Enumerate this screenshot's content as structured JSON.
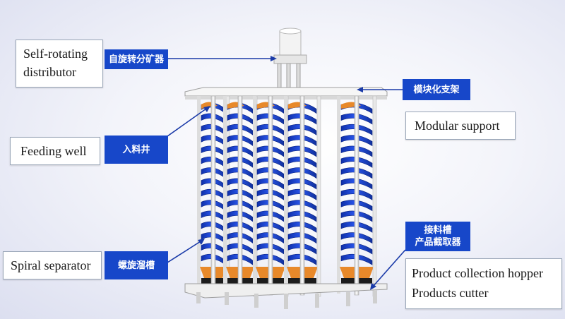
{
  "labels": {
    "distributor": {
      "en_line1": "Self-rotating",
      "en_line2": "distributor",
      "cn": "自旋转分矿器"
    },
    "modular_support": {
      "en": "Modular support",
      "cn": "模块化支架"
    },
    "feeding_well": {
      "en": "Feeding well",
      "cn": "入料井"
    },
    "spiral_separator": {
      "en": "Spiral separator",
      "cn": "螺旋溜槽"
    },
    "collection": {
      "en_line1": "Product collection hopper",
      "en_line2": "Products cutter",
      "cn_line1": "接料槽",
      "cn_line2": "产品截取器"
    }
  },
  "colors": {
    "label_blue": "#1747c9",
    "spiral_blue": "#1e44d8",
    "frame_white": "#f4f4f4",
    "orange_accent": "#e8892a",
    "base_black": "#1c1c1c"
  }
}
